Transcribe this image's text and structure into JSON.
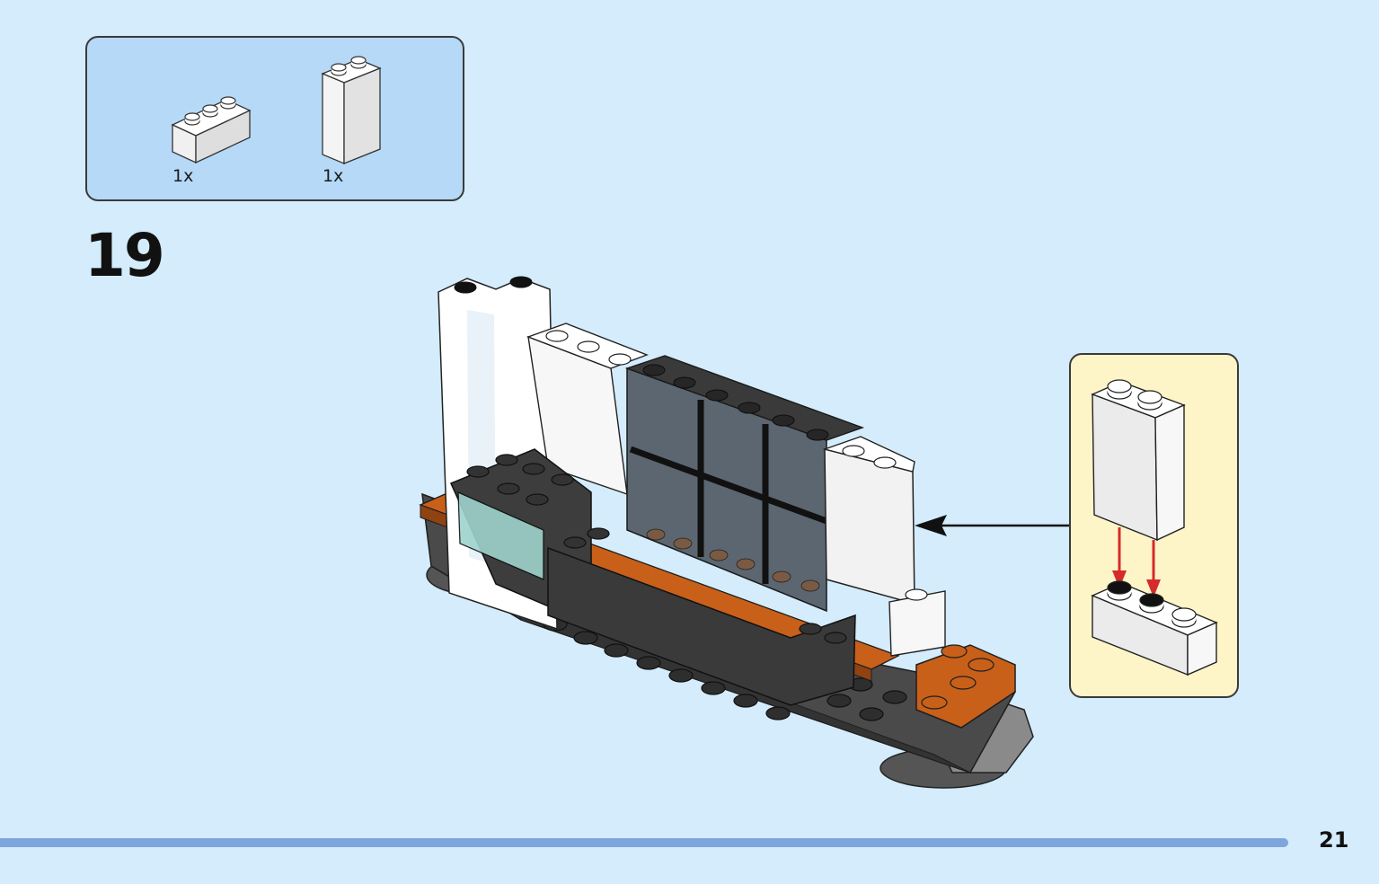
{
  "parts_list": {
    "items": [
      {
        "part": "brick-1x3-white",
        "qty": "1x"
      },
      {
        "part": "brick-1x2x3-white",
        "qty": "1x"
      }
    ]
  },
  "step": {
    "number": "19"
  },
  "page": {
    "number": "21",
    "progress": 0.934
  },
  "colors": {
    "background": "#d4ecfb",
    "parts_box": "#b5d9f6",
    "sub_box": "#fdf4c8",
    "progress": "#7fa6dc",
    "orange": "#c8601a",
    "dark_grey": "#3a3a3a",
    "arrow_red": "#d62b2b"
  }
}
